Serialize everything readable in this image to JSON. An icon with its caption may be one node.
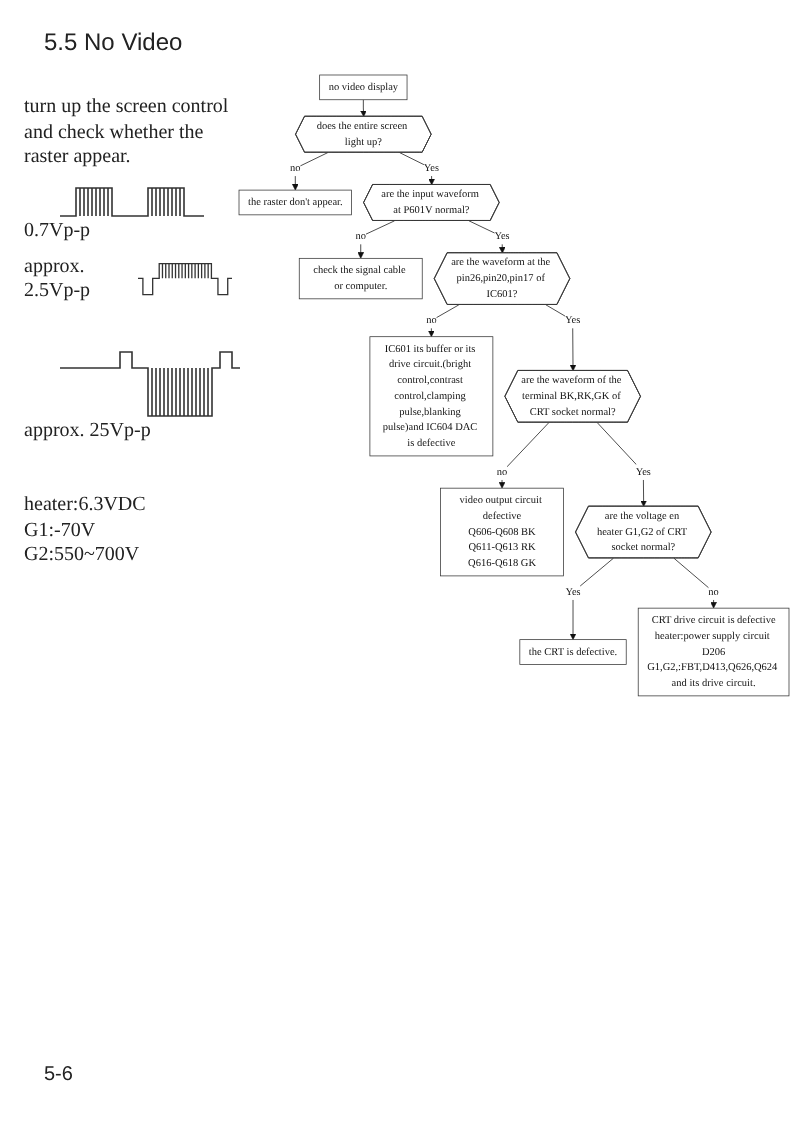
{
  "diagram": {
    "title": "5.5 No Video",
    "nodes": [
      {
        "text": [
          "no video display"
        ]
      },
      {
        "text": [
          "does the entire screen light up?"
        ]
      },
      {
        "text": [
          "the raster don't appear."
        ]
      },
      {
        "text": [
          "are the input waveform at P601V normal?"
        ]
      },
      {
        "text": [
          "check the signal cable or computer."
        ]
      },
      {
        "text": [
          "are the waveform at the pin26,pin20,pin17 of IC601?"
        ]
      },
      {
        "text": [
          "IC601 its buffer or its drive circuit.(bright control,contrast control,clamping pulse,blanking pulse)and IC604 DAC is defective"
        ]
      },
      {
        "text": [
          "are the waveform of the terminal BK,RK,GK of CRT socket normal?"
        ]
      },
      {
        "text": [
          "video output circuit defective",
          "Q606-Q608 BK",
          "Q611-Q613 RK",
          "Q616-Q618 GK"
        ]
      },
      {
        "text": [
          "are the voltage en heater G1,G2 of CRT socket normal?"
        ]
      },
      {
        "text": [
          "CRT drive circuit is defective",
          "heater:power supply circuit D206",
          "G1,G2,:FBT,D413,Q626,Q624 and its drive circuit."
        ]
      },
      {
        "text": [
          "the CRT is defective."
        ]
      }
    ],
    "edges": [
      {
        "from": 0,
        "to": 1,
        "arrow": "to"
      },
      {
        "from": 1,
        "to": 3,
        "arrow": "to",
        "label": "Yes"
      },
      {
        "from": 1,
        "to": 2,
        "arrow": "to",
        "label": "no"
      },
      {
        "from": 3,
        "to": 5,
        "arrow": "to",
        "label": "Yes"
      },
      {
        "from": 3,
        "to": 4,
        "arrow": "to",
        "label": "no"
      },
      {
        "from": 5,
        "to": 7,
        "arrow": "to",
        "label": "Yes"
      },
      {
        "from": 5,
        "to": 6,
        "arrow": "to",
        "label": "no"
      },
      {
        "from": 7,
        "to": 9,
        "arrow": "to",
        "label": "Yes"
      },
      {
        "from": 7,
        "to": 8,
        "arrow": "to",
        "label": "no"
      },
      {
        "from": 9,
        "to": 11,
        "arrow": "to",
        "label": "Yes"
      },
      {
        "from": 9,
        "to": 10,
        "arrow": "to",
        "label": "no"
      }
    ],
    "labels": [
      "turn up the screen control and check whether the raster appear.",
      "0.7Vp-p",
      "approx. 2.5Vp-p",
      "approx. 25Vp-p",
      "heater:6.3VDC",
      "G1:-70V",
      "G2:550~700V",
      "5-6"
    ]
  }
}
